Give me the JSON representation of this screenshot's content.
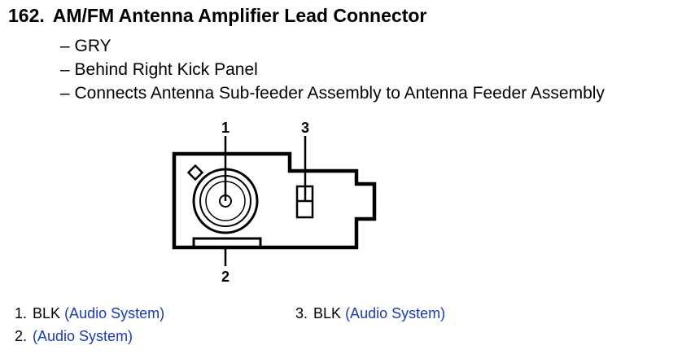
{
  "title": {
    "number": "162.",
    "text": "AM/FM Antenna Amplifier Lead Connector"
  },
  "details": [
    "– GRY",
    "– Behind Right Kick Panel",
    "– Connects Antenna Sub-feeder Assembly to Antenna Feeder Assembly"
  ],
  "diagram": {
    "pin_labels": [
      "1",
      "2",
      "3"
    ]
  },
  "pins": [
    {
      "number": "1.",
      "color": "BLK",
      "link": "(Audio System)"
    },
    {
      "number": "2.",
      "color": "",
      "link": "(Audio System)"
    },
    {
      "number": "3.",
      "color": "BLK",
      "link": "(Audio System)"
    }
  ]
}
